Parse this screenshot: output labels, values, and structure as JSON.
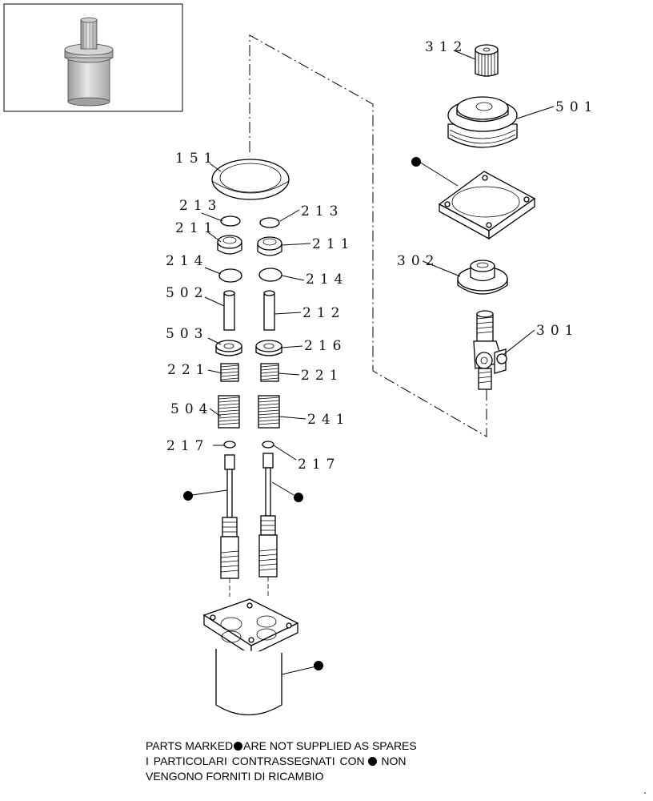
{
  "callouts": {
    "c151": "151",
    "c213a": "213",
    "c213b": "213",
    "c211a": "211",
    "c211b": "211",
    "c214a": "214",
    "c214b": "214",
    "c502": "502",
    "c212": "212",
    "c503": "503",
    "c216": "216",
    "c221a": "221",
    "c221b": "221",
    "c504": "504",
    "c241": "241",
    "c217a": "217",
    "c217b": "217",
    "c312": "312",
    "c501": "501",
    "c302": "302",
    "c301": "301"
  },
  "note": {
    "line1_before": "PARTS MARKED",
    "line1_after": "ARE NOT SUPPLIED AS SPARES",
    "line2_before": "I PARTICOLARI  CONTRASSEGNATI  CON",
    "line2_after": "NON",
    "line3": "VENGONO FORNITI DI RICAMBIO"
  },
  "colors": {
    "ink": "#000000",
    "paper": "#ffffff",
    "body_gray": "#c8c8c8"
  }
}
